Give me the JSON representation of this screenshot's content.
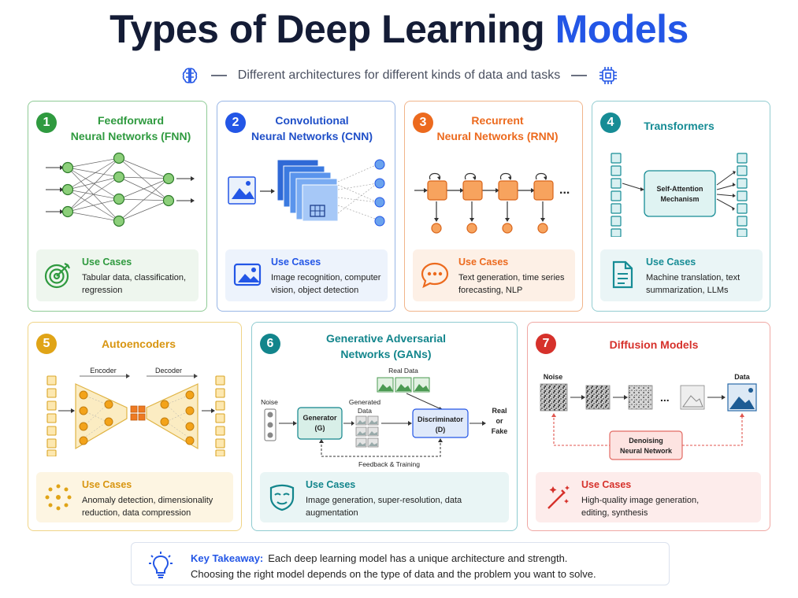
{
  "title": {
    "main": "Types of Deep Learning ",
    "accent": "Models"
  },
  "subtitle": "Different architectures for different kinds of data and tasks",
  "colors": {
    "green": "#2f9a3f",
    "blue": "#2356e6",
    "orange": "#ec6a1e",
    "teal": "#168c95",
    "yellow": "#e0a417",
    "darkteal": "#12858c",
    "red": "#d6312b"
  },
  "icons": {
    "subtitle_left": "brain-icon",
    "subtitle_right": "chip-icon",
    "takeaway": "lightbulb-icon"
  },
  "cards": {
    "fnn": {
      "number": "1",
      "title_line1": "Feedforward",
      "title_line2": "Neural Networks (FNN)",
      "uc_title": "Use Cases",
      "uc_text": "Tabular data, classification, regression",
      "uc_icon": "target-icon"
    },
    "cnn": {
      "number": "2",
      "title_line1": "Convolutional",
      "title_line2": "Neural Networks (CNN)",
      "uc_title": "Use Cases",
      "uc_text": "Image recognition, computer vision, object detection",
      "uc_icon": "image-icon"
    },
    "rnn": {
      "number": "3",
      "title_line1": "Recurrent",
      "title_line2": "Neural Networks (RNN)",
      "uc_title": "Use Cases",
      "uc_text": "Text generation, time series forecasting, NLP",
      "uc_icon": "chat-icon",
      "ellipsis": "..."
    },
    "transformers": {
      "number": "4",
      "title": "Transformers",
      "block_line1": "Self-Attention",
      "block_line2": "Mechanism",
      "uc_title": "Use Cases",
      "uc_text": "Machine translation, text summarization, LLMs",
      "uc_icon": "document-icon"
    },
    "autoencoders": {
      "number": "5",
      "title": "Autoencoders",
      "encoder": "Encoder",
      "decoder": "Decoder",
      "uc_title": "Use Cases",
      "uc_text": "Anomaly detection, dimensionality reduction, data compression",
      "uc_icon": "dotted-ring-icon"
    },
    "gans": {
      "number": "6",
      "title_line1": "Generative Adversarial",
      "title_line2": "Networks (GANs)",
      "noise": "Noise",
      "generator_line1": "Generator",
      "generator_line2": "(G)",
      "generated_line1": "Generated",
      "generated_line2": "Data",
      "real_data": "Real Data",
      "discriminator_line1": "Discriminator",
      "discriminator_line2": "(D)",
      "out_line1": "Real",
      "out_line2": "or",
      "out_line3": "Fake",
      "feedback": "Feedback & Training",
      "uc_title": "Use Cases",
      "uc_text": "Image generation, super-resolution, data augmentation",
      "uc_icon": "mask-icon"
    },
    "diffusion": {
      "number": "7",
      "title": "Diffusion Models",
      "noise": "Noise",
      "data": "Data",
      "ellipsis": "...",
      "denoise_line1": "Denoising",
      "denoise_line2": "Neural Network",
      "uc_title": "Use Cases",
      "uc_text": "High-quality image generation, editing, synthesis",
      "uc_icon": "magic-wand-icon"
    }
  },
  "takeaway": {
    "label": "Key Takeaway:",
    "line1": "Each deep learning model has a unique architecture and strength.",
    "line2": "Choosing the right model depends on the type of data and the problem you want to solve."
  }
}
